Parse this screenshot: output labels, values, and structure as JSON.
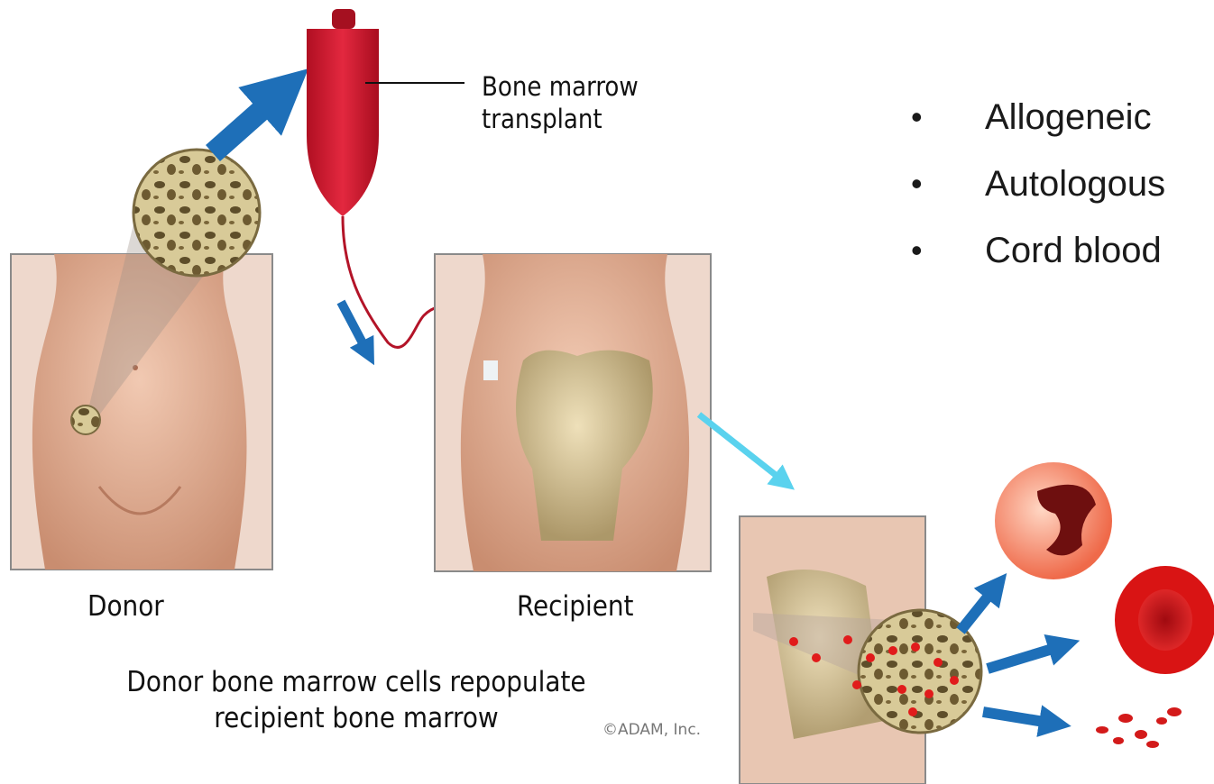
{
  "labels": {
    "bag": [
      "Bone marrow",
      "transplant"
    ],
    "donor": "Donor",
    "recipient": "Recipient",
    "caption": [
      "Donor bone marrow cells repopulate",
      "recipient bone marrow"
    ],
    "copyright": "©ADAM, Inc."
  },
  "bullets": [
    "Allogeneic",
    "Autologous",
    "Cord blood"
  ],
  "colors": {
    "bag_red": "#d1152c",
    "arrow_blue": "#1e6fb8",
    "arrow_cyan": "#5ad2ee",
    "skin": "#e8b49a",
    "bone": "#d6c79a"
  }
}
